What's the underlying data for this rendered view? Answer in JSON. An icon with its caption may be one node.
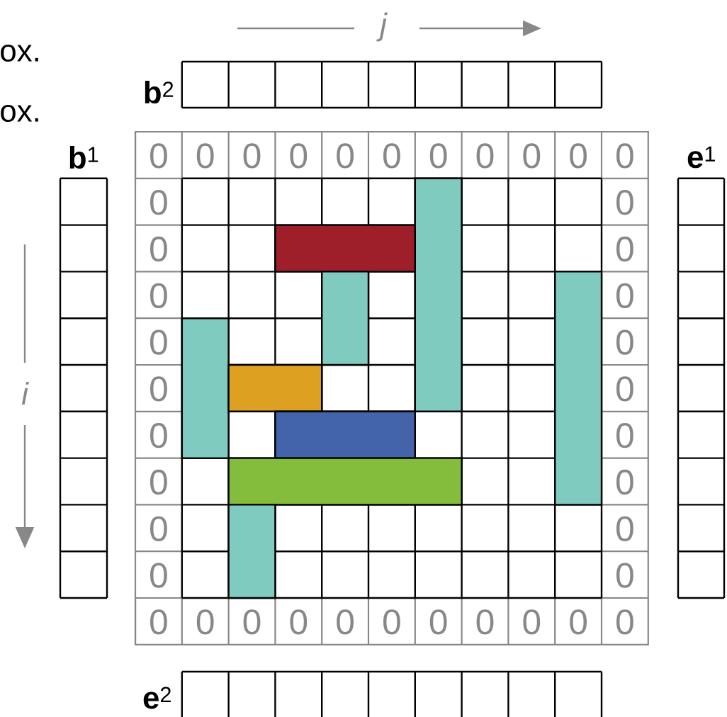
{
  "diagram": {
    "labels": [
      "j",
      "ox.",
      "**b**$^{2}$",
      "ox.",
      "**b**$^{1}$",
      "**e**$^{1}$",
      "i",
      "**e**$^{2}$",
      "0",
      "0",
      "0",
      "0",
      "0",
      "0",
      "0",
      "0",
      "0",
      "0",
      "0",
      "0",
      "0",
      "0",
      "0",
      "0",
      "0",
      "0",
      "0",
      "0",
      "0",
      "0",
      "0",
      "0",
      "0",
      "0",
      "0",
      "0",
      "0",
      "0",
      "0",
      "0",
      "0",
      "0",
      "0",
      "0",
      "0",
      "0",
      "0",
      "0"
    ]
  }
}
